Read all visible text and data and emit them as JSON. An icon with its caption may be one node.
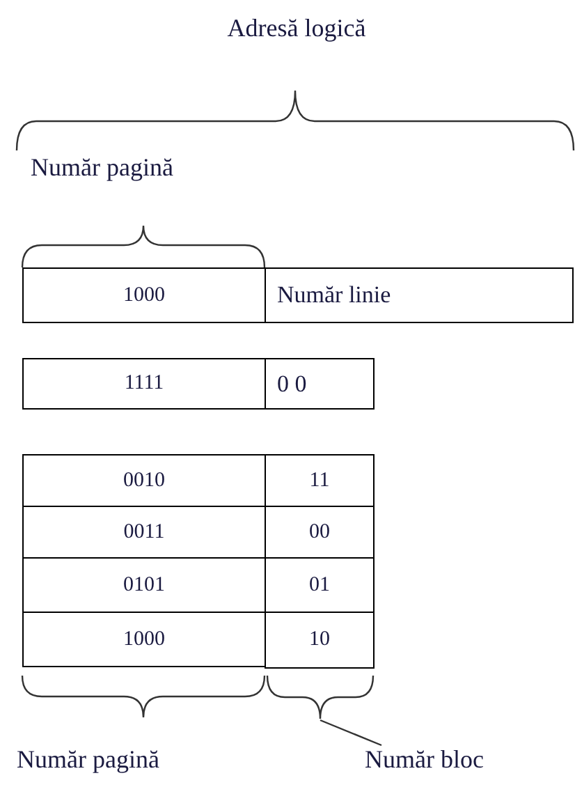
{
  "diagram": {
    "nodes": [
      {
        "text": [
          "Număr bloc"
        ]
      },
      {
        "text": [],
        "shape": "bracket"
      }
    ],
    "edges": [
      {
        "from": 0,
        "to": 1,
        "arrow": "none"
      }
    ],
    "labels": [
      "Adresă logică",
      "Număr pagină",
      "1000",
      "Număr linie",
      "1111",
      "0 0",
      "0010",
      "11",
      "0011",
      "00",
      "0101",
      "01",
      "1000",
      "10",
      "Număr pagină"
    ]
  }
}
